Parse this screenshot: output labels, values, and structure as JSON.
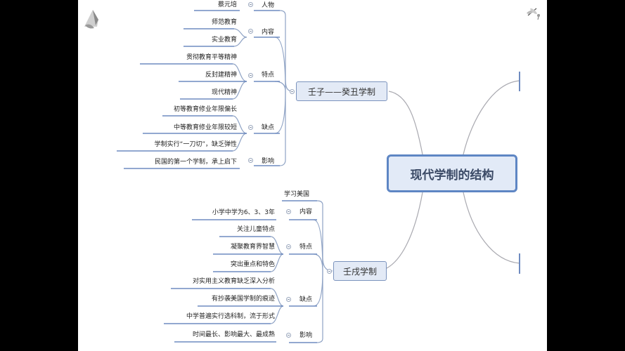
{
  "central": {
    "label": "现代学制的结构"
  },
  "branches": [
    {
      "label": "壬子——癸丑学制",
      "categories": [
        {
          "label": "人物",
          "items": [
            "蔡元培"
          ]
        },
        {
          "label": "内容",
          "items": [
            "师范教育",
            "实业教育"
          ]
        },
        {
          "label": "特点",
          "items": [
            "贯彻教育平等精神",
            "反封建精神",
            "现代精神"
          ]
        },
        {
          "label": "缺点",
          "items": [
            "初等教育修业年限偏长",
            "中等教育修业年限较短",
            "学制实行“一刀切”，缺乏弹性"
          ]
        },
        {
          "label": "影响",
          "items": [
            "民国的第一个学制，承上启下"
          ]
        }
      ]
    },
    {
      "label": "壬戌学制",
      "categories": [
        {
          "label": "学习美国",
          "items": []
        },
        {
          "label": "内容",
          "items": [
            "小学中学为6、3、3年"
          ]
        },
        {
          "label": "特点",
          "items": [
            "关注儿童特点",
            "凝聚教育界智慧",
            "突出重点和特色"
          ]
        },
        {
          "label": "缺点",
          "items": [
            "对实用主义教育缺乏深入分析",
            "有抄袭美国学制的痕迹",
            "中学普遍实行选科制，流于形式"
          ]
        },
        {
          "label": "影响",
          "items": [
            "时间最长、影响最大、最成熟"
          ]
        }
      ]
    }
  ],
  "icons": {
    "top_left": "mountain-ink-icon",
    "top_right": "dragonfly-icon",
    "collapse": "collapse-minus-icon"
  },
  "colors": {
    "node_fill": "#e3eaf6",
    "node_border": "#7b93bd",
    "central_border": "#5e86c4",
    "line": "#8ea2c4",
    "background": "#ffffff",
    "frame": "#000000"
  }
}
